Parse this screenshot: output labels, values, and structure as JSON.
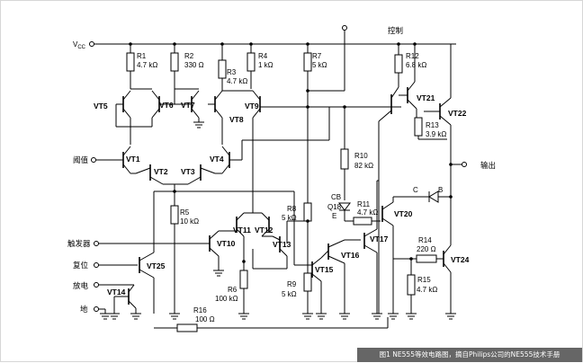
{
  "supply": {
    "main": "V",
    "sub": "CC"
  },
  "control_label": "控制",
  "output_label": "输出",
  "threshold_label": "阈值",
  "trigger_label": "触发器",
  "reset_label": "复位",
  "discharge_label": "放电",
  "ground_label": "地",
  "resistors": {
    "R1": {
      "name": "R1",
      "value": "4.7 kΩ"
    },
    "R2": {
      "name": "R2",
      "value": "330 Ω"
    },
    "R3": {
      "name": "R3",
      "value": "4.7 kΩ"
    },
    "R4": {
      "name": "R4",
      "value": "1 kΩ"
    },
    "R7": {
      "name": "R7",
      "value": "5 kΩ"
    },
    "R12": {
      "name": "R12",
      "value": "6.8 kΩ"
    },
    "R13": {
      "name": "R13",
      "value": "3.9 kΩ"
    },
    "R10": {
      "name": "R10",
      "value": "82 kΩ"
    },
    "R11": {
      "name": "R11",
      "value": "4.7 kΩ"
    },
    "R5": {
      "name": "R5",
      "value": "10 kΩ"
    },
    "R8": {
      "name": "R8",
      "value": "5 kΩ"
    },
    "R6": {
      "name": "R6",
      "value": "100 kΩ"
    },
    "R9": {
      "name": "R9",
      "value": "5 kΩ"
    },
    "R14": {
      "name": "R14",
      "value": "220 Ω"
    },
    "R15": {
      "name": "R15",
      "value": "4.7 kΩ"
    },
    "R16": {
      "name": "R16",
      "value": "100 Ω"
    }
  },
  "transistors": {
    "VT1": "VT1",
    "VT2": "VT2",
    "VT3": "VT3",
    "VT4": "VT4",
    "VT5": "VT5",
    "VT6": "VT6",
    "VT7": "VT7",
    "VT8": "VT8",
    "VT9": "VT9",
    "VT10": "VT10",
    "VT11": "VT11",
    "VT12": "VT12",
    "VT13": "VT13",
    "VT14": "VT14",
    "VT15": "VT15",
    "VT16": "VT16",
    "VT17": "VT17",
    "VT20": "VT20",
    "VT21": "VT21",
    "VT22": "VT22",
    "VT24": "VT24",
    "VT25": "VT25"
  },
  "q18": {
    "cb": "CB",
    "name": "Q18",
    "e": "E"
  },
  "diode_labels": {
    "c": "C",
    "b": "B"
  },
  "caption": "图1 NE555等效电路图，摘自Philips公司的NE555技术手册"
}
